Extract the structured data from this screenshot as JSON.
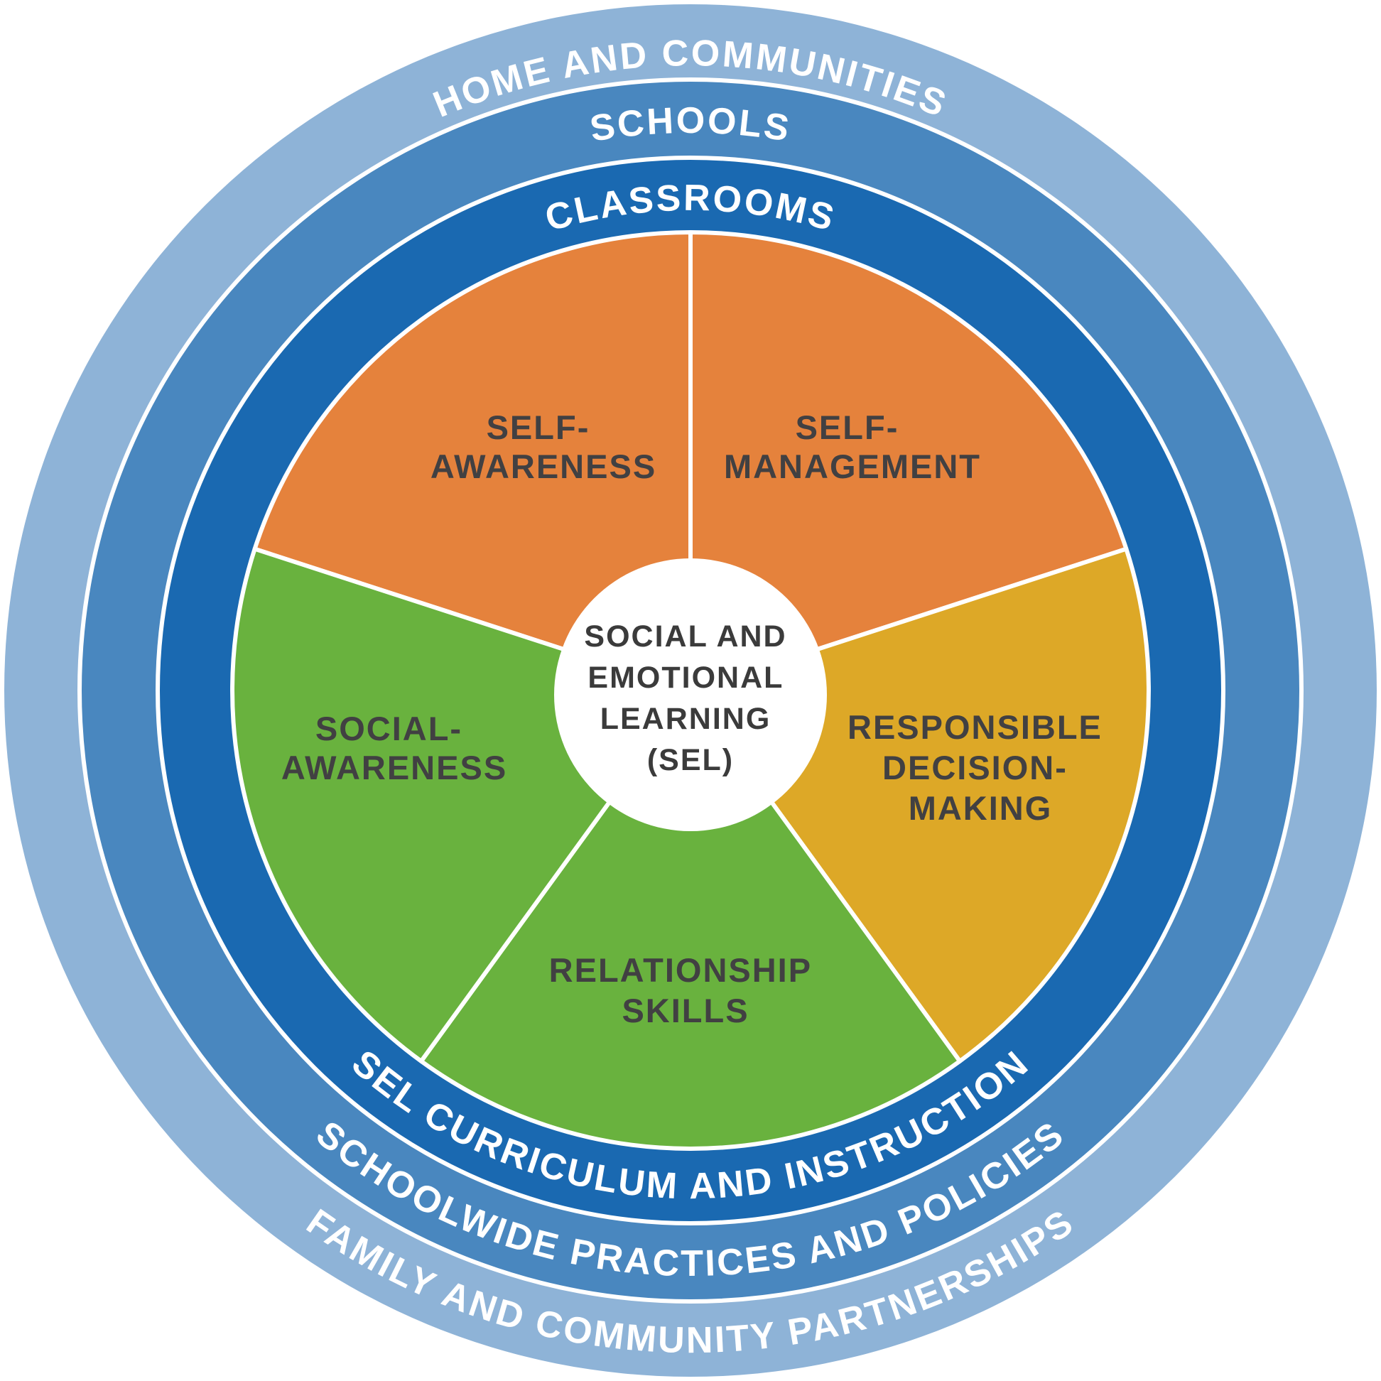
{
  "diagram": {
    "name": "SEL wheel",
    "center": {
      "bg": "#FFFFFF",
      "lines": [
        "SOCIAL AND",
        "EMOTIONAL",
        "LEARNING",
        "(SEL)"
      ]
    },
    "competencies": [
      {
        "id": "self-awareness",
        "lines": [
          "SELF-",
          "AWARENESS"
        ],
        "color": "#E5823C"
      },
      {
        "id": "self-management",
        "lines": [
          "SELF-",
          "MANAGEMENT"
        ],
        "color": "#E5823C"
      },
      {
        "id": "responsible-decision-making",
        "lines": [
          "RESPONSIBLE",
          "DECISION-",
          "MAKING"
        ],
        "color": "#DDA827"
      },
      {
        "id": "relationship-skills",
        "lines": [
          "RELATIONSHIP",
          "SKILLS"
        ],
        "color": "#69B23E"
      },
      {
        "id": "social-awareness",
        "lines": [
          "SOCIAL-",
          "AWARENESS"
        ],
        "color": "#69B23E"
      }
    ],
    "rings": [
      {
        "id": "classrooms",
        "top_label": "CLASSROOMS",
        "bottom_label": "SEL CURRICULUM AND INSTRUCTION",
        "color": "#1A69B1"
      },
      {
        "id": "schools",
        "top_label": "SCHOOLS",
        "bottom_label": "SCHOOLWIDE PRACTICES AND POLICIES",
        "color": "#4987BF"
      },
      {
        "id": "home-and-communities",
        "top_label": "HOME AND COMMUNITIES",
        "bottom_label": "FAMILY AND COMMUNITY PARTNERSHIPS",
        "color": "#8EB3D7"
      }
    ],
    "colors": {
      "ring_text": "#FFFFFF",
      "label_text": "#414042",
      "center_text": "#3B3B3B",
      "separator": "#FFFFFF",
      "background": "#FFFFFF"
    }
  }
}
